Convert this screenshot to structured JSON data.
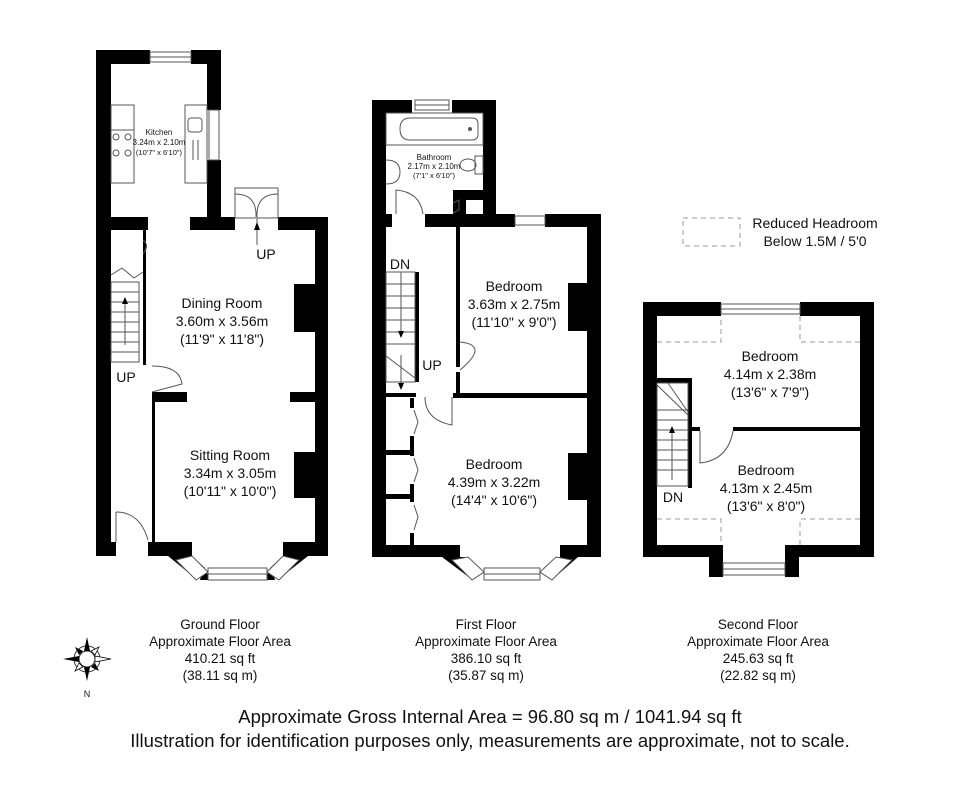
{
  "legend": {
    "line1": "Reduced Headroom",
    "line2": "Below 1.5M / 5'0"
  },
  "floors": [
    {
      "name": "Ground Floor",
      "area_label": "Approximate Floor Area",
      "sq_ft": "410.21 sq ft",
      "sq_m": "(38.11 sq m)",
      "rooms": [
        {
          "name": "Kitchen",
          "metric": "3.24m x 2.10m",
          "imperial": "(10'7\" x 6'10\")"
        },
        {
          "name": "Dining Room",
          "metric": "3.60m x 3.56m",
          "imperial": "(11'9\" x 11'8\")"
        },
        {
          "name": "Sitting Room",
          "metric": "3.34m x 3.05m",
          "imperial": "(10'11\" x 10'0\")"
        }
      ],
      "stair_labels": [
        "UP",
        "UP"
      ]
    },
    {
      "name": "First Floor",
      "area_label": "Approximate Floor Area",
      "sq_ft": "386.10 sq ft",
      "sq_m": "(35.87 sq m)",
      "rooms": [
        {
          "name": "Bathroom",
          "metric": "2.17m x 2.10m",
          "imperial": "(7'1\" x 6'10\")"
        },
        {
          "name": "Bedroom",
          "metric": "3.63m x 2.75m",
          "imperial": "(11'10\" x 9'0\")"
        },
        {
          "name": "Bedroom",
          "metric": "4.39m x 3.22m",
          "imperial": "(14'4\" x 10'6\")"
        }
      ],
      "stair_labels": [
        "DN",
        "UP"
      ]
    },
    {
      "name": "Second Floor",
      "area_label": "Approximate Floor Area",
      "sq_ft": "245.63 sq ft",
      "sq_m": "(22.82 sq m)",
      "rooms": [
        {
          "name": "Bedroom",
          "metric": "4.14m x 2.38m",
          "imperial": "(13'6\" x 7'9\")"
        },
        {
          "name": "Bedroom",
          "metric": "4.13m x 2.45m",
          "imperial": "(13'6\" x 8'0\")"
        }
      ],
      "stair_labels": [
        "DN"
      ]
    }
  ],
  "compass": {
    "north_label": "N"
  },
  "footer": {
    "gross_area": "Approximate Gross Internal Area = 96.80 sq m / 1041.94 sq ft",
    "disclaimer": "Illustration for identification purposes only, measurements are approximate, not to scale."
  },
  "colors": {
    "wall": "#000000",
    "line": "#555555",
    "dash": "#999999",
    "background": "#ffffff"
  }
}
